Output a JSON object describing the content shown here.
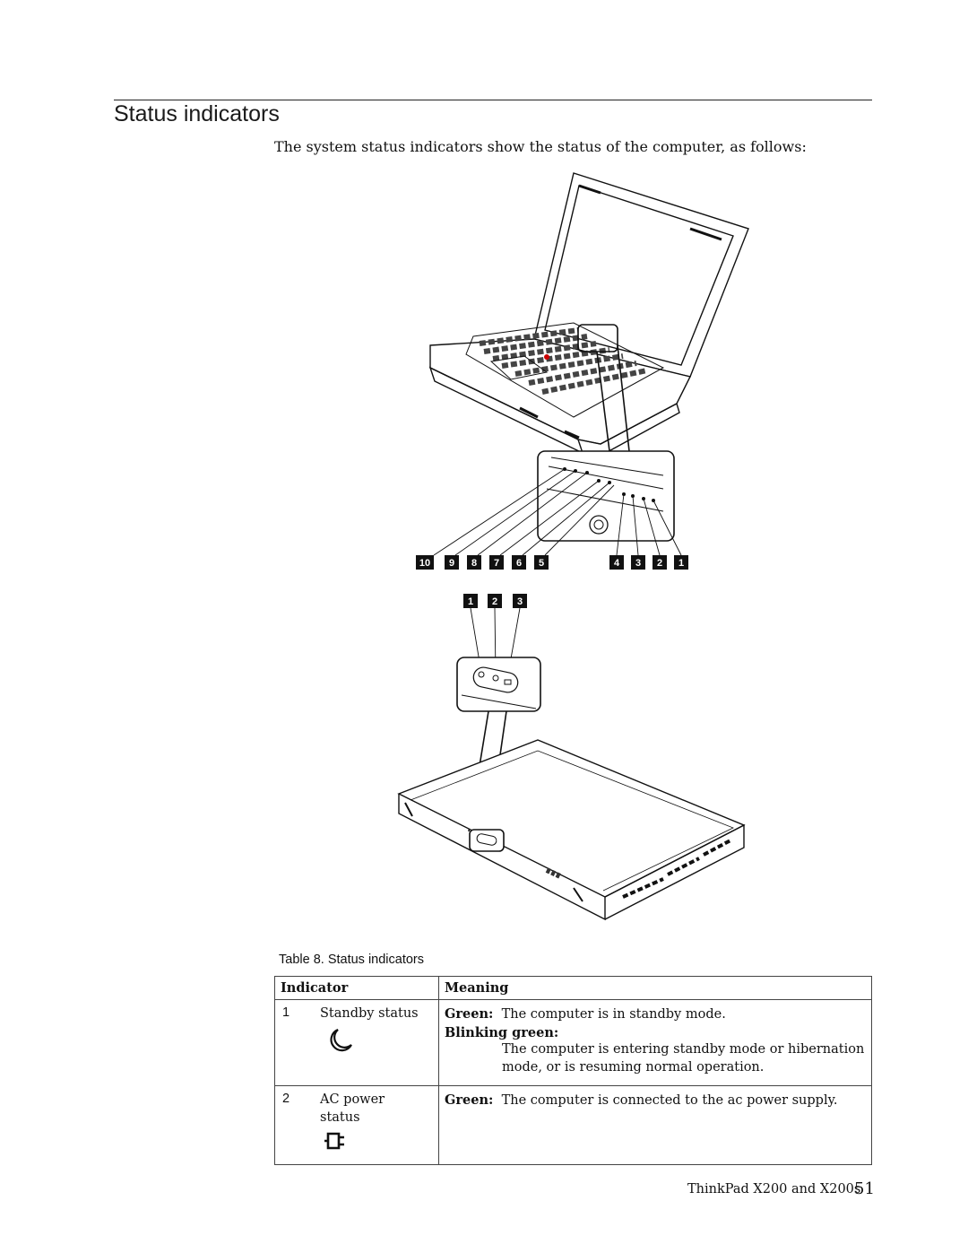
{
  "heading": "Status indicators",
  "intro": "The system status indicators show the status of the computer, as follows:",
  "figure": {
    "callouts_top_left": [
      "10",
      "9",
      "8",
      "7",
      "6",
      "5"
    ],
    "callouts_top_right": [
      "4",
      "3",
      "2",
      "1"
    ],
    "callouts_bottom": [
      "1",
      "2",
      "3"
    ]
  },
  "table": {
    "caption": "Table 8. Status indicators",
    "headers": {
      "indicator": "Indicator",
      "meaning": "Meaning"
    },
    "rows": [
      {
        "number": "1",
        "name": "Standby status",
        "icon": "moon-icon",
        "green_label": "Green:",
        "green_text": "The computer is in standby mode.",
        "blinking_label": "Blinking green:",
        "blinking_text": "The computer is entering standby mode or hibernation mode, or is resuming normal operation."
      },
      {
        "number": "2",
        "name": "AC power status",
        "icon": "ac-plug-icon",
        "green_label": "Green:",
        "green_text": "The computer is connected to the ac power supply."
      }
    ]
  },
  "footer": {
    "text": "ThinkPad X200 and X200s",
    "page": "51"
  }
}
